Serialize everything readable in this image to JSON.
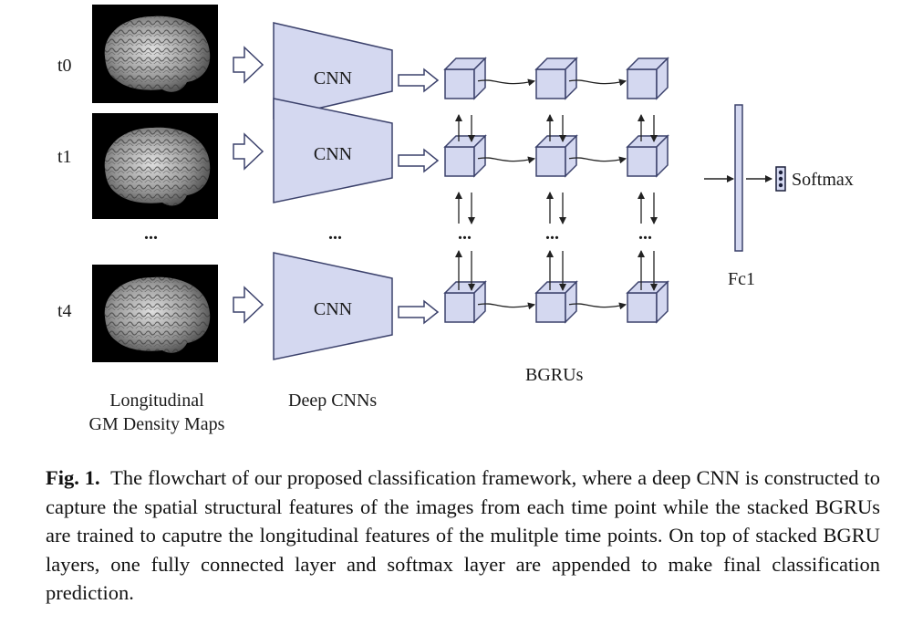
{
  "timepoints": [
    "t0",
    "t1",
    "t4"
  ],
  "ellipsis": "...",
  "cnn_label": "CNN",
  "fc_label": "Fc1",
  "softmax_label": "Softmax",
  "bgru_label": "BGRUs",
  "deep_cnn_label": "Deep CNNs",
  "maps_label_line1": "Longitudinal",
  "maps_label_line2": "GM Density Maps",
  "caption": {
    "fig_label": "Fig. 1.",
    "text": "The flowchart of our proposed classification framework, where a deep CNN is constructed to capture the spatial structural features of the images from each time point while the stacked BGRUs are trained to caputre the longitudinal features of the mulitple time points. On top of stacked BGRU layers, one fully connected layer and softmax layer are appended to make final classification prediction."
  },
  "colors": {
    "shape_fill": "#d4d8f0",
    "shape_stroke": "#3c426c",
    "arrow": "#222222",
    "image_bg": "#000000"
  }
}
